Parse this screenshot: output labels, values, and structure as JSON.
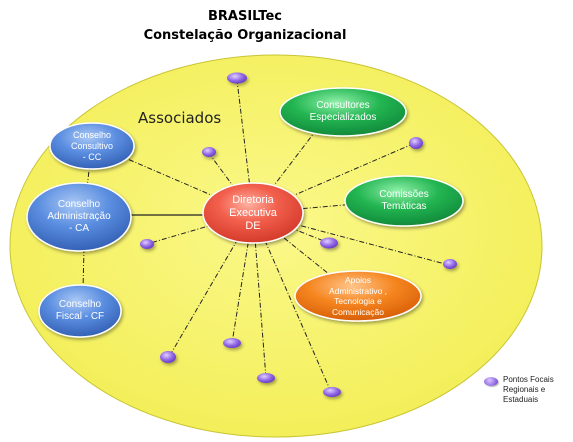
{
  "header": {
    "title": "BRASILTec",
    "subtitle": "Constelação Organizacional"
  },
  "main": {
    "circle_label": "Associados"
  },
  "nodes": {
    "center": "Diretoria\nExecutiva\nDE",
    "conselho_consultivo": "Conselho\nConsultivo\n- CC",
    "conselho_administracao": "Conselho\nAdministração\n- CA",
    "conselho_fiscal": "Conselho\nFiscal - CF",
    "consultores": "Consultores\nEspecializados",
    "comissoes": "Comissões\nTemáticas",
    "apoios": "Apoios\nAdministrativo ,\nTecnologia e\nComunicação"
  },
  "legend": {
    "label": "Pontos Focais\nRegionais e\nEstaduais"
  },
  "colors": {
    "circle": "#f7f36a",
    "center": "#f05a4a",
    "blue": "#4a7ed0",
    "green": "#1aa84a",
    "orange": "#f07a1a",
    "dot": "#8a5fe0"
  }
}
